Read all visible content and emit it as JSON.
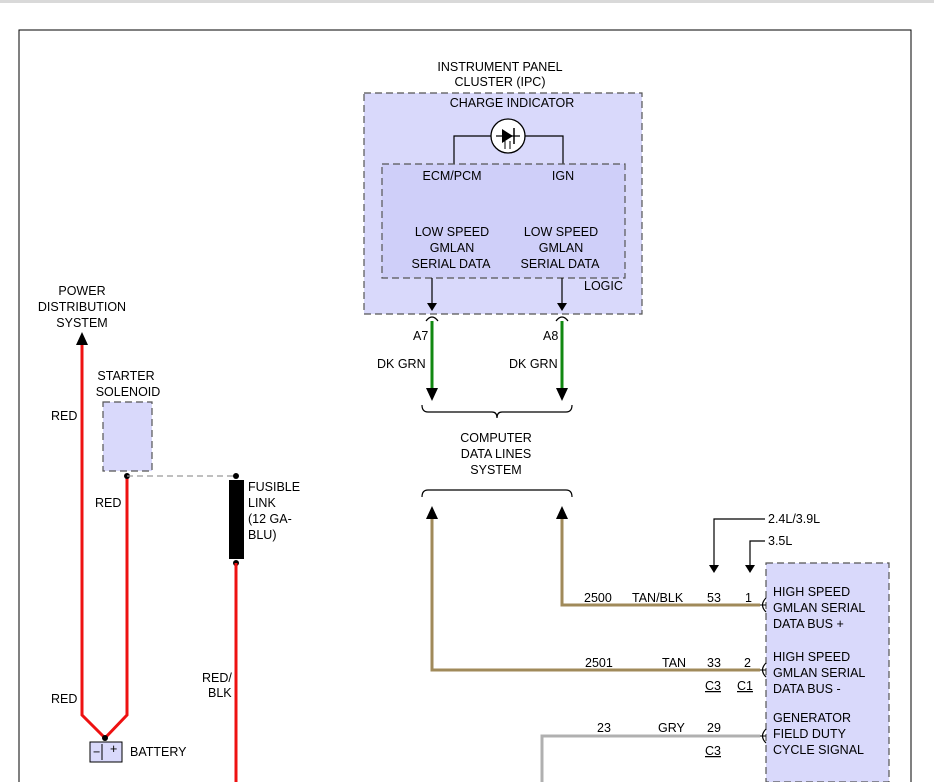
{
  "ipc": {
    "title_line1": "INSTRUMENT PANEL",
    "title_line2": "CLUSTER (IPC)",
    "charge_indicator": "CHARGE INDICATOR",
    "ecm_pcm": "ECM/PCM",
    "ign": "IGN",
    "left_line1": "LOW SPEED",
    "left_line2": "GMLAN",
    "left_line3": "SERIAL DATA",
    "right_line1": "LOW SPEED",
    "right_line2": "GMLAN",
    "right_line3": "SERIAL DATA",
    "logic": "LOGIC",
    "pin_left": "A7",
    "pin_right": "A8"
  },
  "wires": {
    "dk_grn_left": "DK GRN",
    "dk_grn_right": "DK GRN",
    "red_upper": "RED",
    "red_mid": "RED",
    "red_lower": "RED",
    "red_blk_line1": "RED/",
    "red_blk_line2": "BLK",
    "tan_blk": "TAN/BLK",
    "tan": "TAN",
    "gry": "GRY",
    "circuit_2500": "2500",
    "circuit_2501": "2501",
    "circuit_23": "23"
  },
  "cdls": {
    "line1": "COMPUTER",
    "line2": "DATA LINES",
    "line3": "SYSTEM"
  },
  "power": {
    "line1": "POWER",
    "line2": "DISTRIBUTION",
    "line3": "SYSTEM"
  },
  "starter": {
    "line1": "STARTER",
    "line2": "SOLENOID"
  },
  "fusible": {
    "line1": "FUSIBLE",
    "line2": "LINK",
    "line3": "(12 GA-",
    "line4": "BLU)"
  },
  "battery": {
    "label": "BATTERY",
    "minus": "−",
    "plus": "+"
  },
  "engine": {
    "label_24_39": "2.4L/3.9L",
    "label_35": "3.5L"
  },
  "generator_module": {
    "pin_53": "53",
    "pin_1": "1",
    "pin_33": "33",
    "pin_2": "2",
    "pin_29": "29",
    "conn_c3_a": "C3",
    "conn_c1": "C1",
    "conn_c3_b": "C3",
    "hs_plus_line1": "HIGH SPEED",
    "hs_plus_line2": "GMLAN SERIAL",
    "hs_plus_line3": "DATA BUS +",
    "hs_minus_line1": "HIGH SPEED",
    "hs_minus_line2": "GMLAN SERIAL",
    "hs_minus_line3": "DATA BUS -",
    "gen_line1": "GENERATOR",
    "gen_line2": "FIELD DUTY",
    "gen_line3": "CYCLE SIGNAL"
  },
  "colors": {
    "module_fill": "#d9d9fb",
    "red_wire": "#ee1111",
    "green_wire": "#118811",
    "tan_wire": "#a08a5a",
    "gray_wire": "#b0b0b0"
  }
}
